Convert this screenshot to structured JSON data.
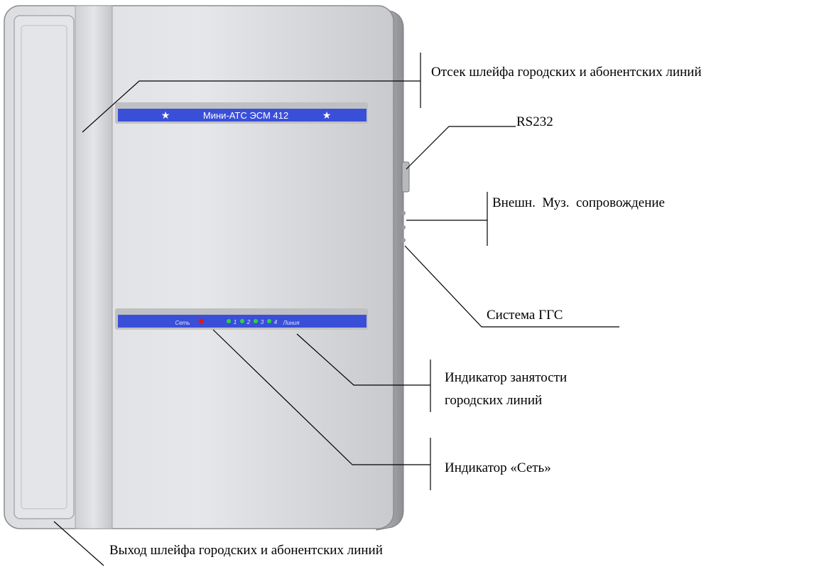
{
  "device": {
    "name_plate": {
      "title": "Мини-АТС ЭСМ 412",
      "star": "★",
      "color": "#3a4fd8"
    },
    "indicator_plate": {
      "power_label": "Сеть",
      "lines_label": "Линия",
      "line_numbers": [
        "1",
        "2",
        "3",
        "4"
      ],
      "power_led_color": "#e01818",
      "line_led_color": "#2fd43a"
    }
  },
  "callouts": {
    "loop_compartment": "Отсек шлейфа городских и абонентских линий",
    "rs232": "RS232",
    "music": "Внешн.  Муз.  сопровождение",
    "ggs": "Система ГГС",
    "line_busy_1": "Индикатор занятости",
    "line_busy_2": "городских линий",
    "power_indicator": "Индикатор «Сеть»",
    "loop_exit": "Выход шлейфа городских и абонентских линий"
  }
}
